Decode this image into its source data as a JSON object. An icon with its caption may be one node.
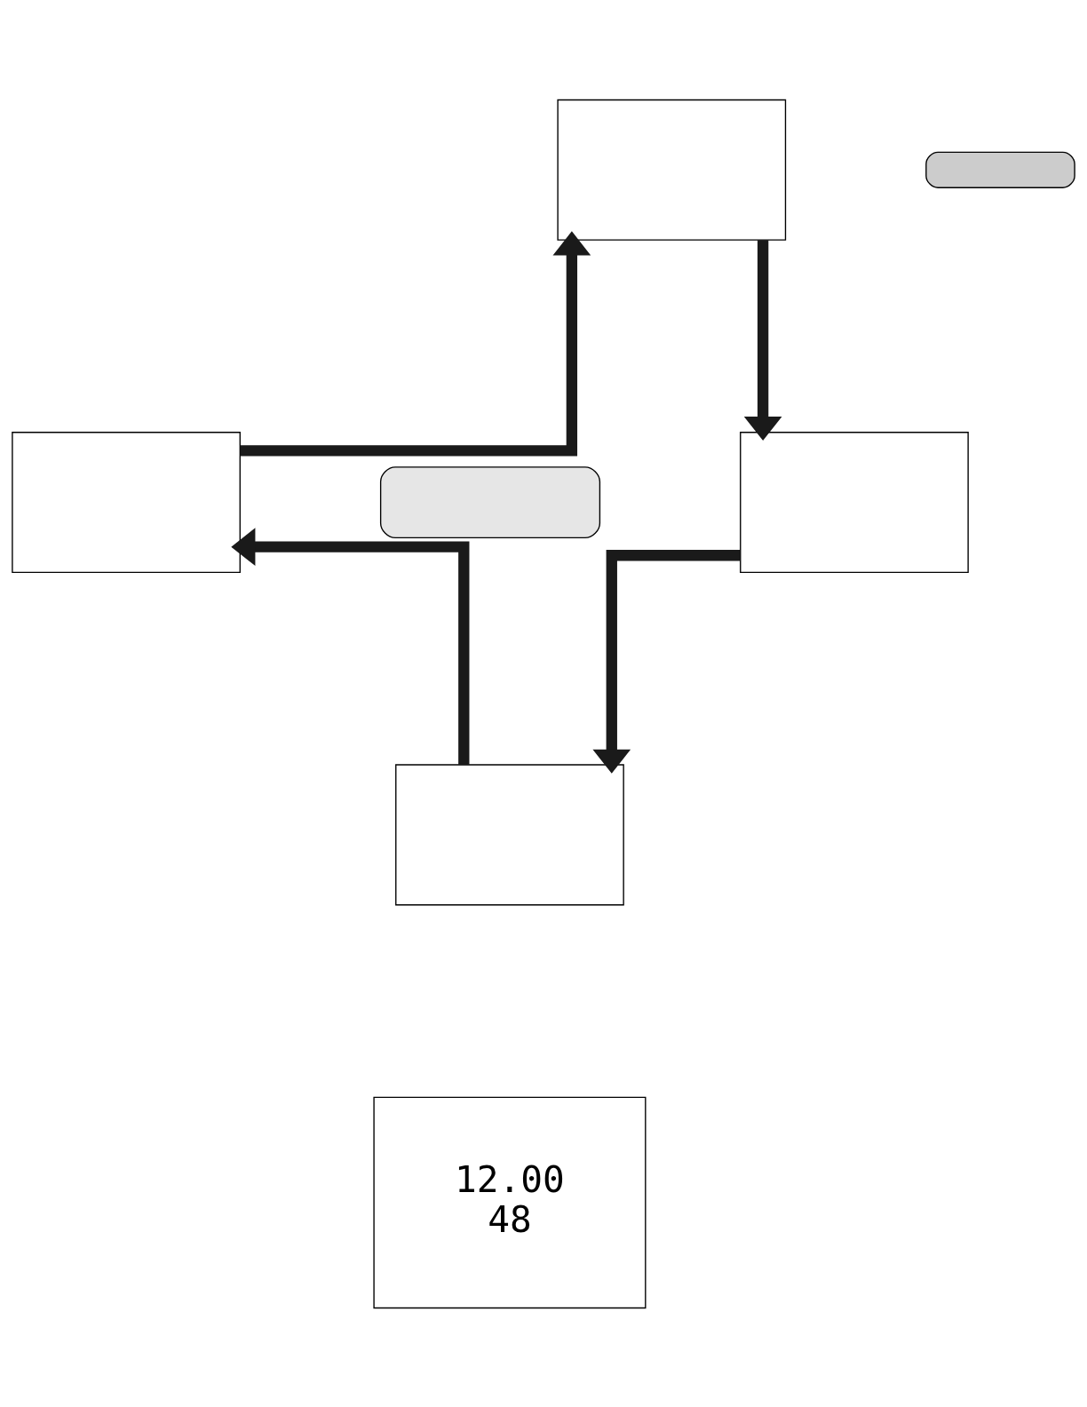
{
  "diagram": {
    "nodes": [
      {
        "text": [],
        "shape": "box"
      },
      {
        "text": [],
        "shape": "box"
      },
      {
        "text": [],
        "shape": "box"
      },
      {
        "text": [],
        "shape": "box"
      },
      {
        "text": [],
        "shape": "box"
      },
      {
        "text": [],
        "shape": "box"
      },
      {
        "text": [
          "12.00",
          "48"
        ]
      }
    ],
    "edges": [
      {
        "from": 2,
        "to": 1,
        "arrow": "to"
      },
      {
        "from": 1,
        "to": 4,
        "arrow": "to"
      },
      {
        "from": 4,
        "to": 5,
        "arrow": "to"
      },
      {
        "from": 5,
        "to": 2,
        "arrow": "to"
      }
    ]
  }
}
